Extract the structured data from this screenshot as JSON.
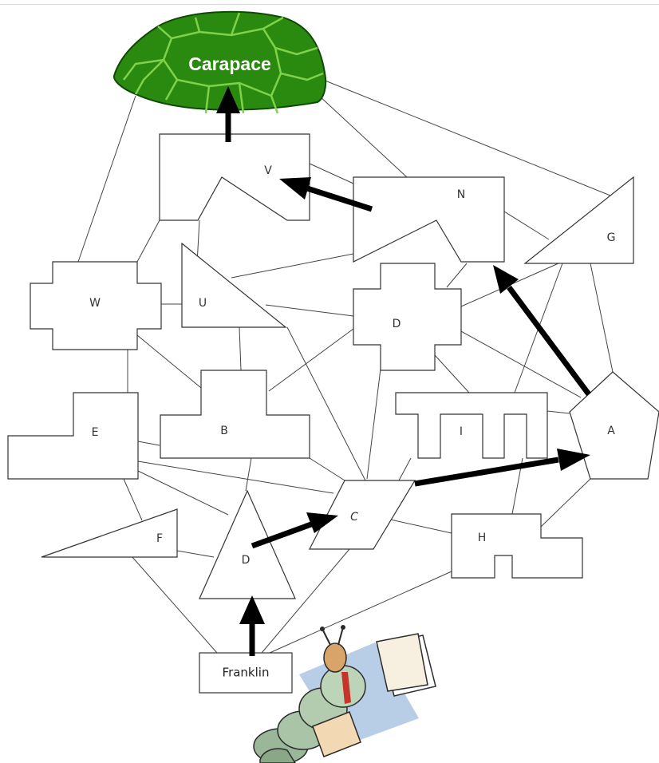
{
  "diagram": {
    "goal": {
      "label": "Carapace",
      "color": "#2a8a10"
    },
    "start": {
      "label": "Franklin"
    },
    "nodes": {
      "V": "V",
      "N": "N",
      "G": "G",
      "W": "W",
      "U": "U",
      "D_top": "D",
      "E": "E",
      "B": "B",
      "I": "I",
      "A": "A",
      "C": "C",
      "F": "F",
      "D_bottom": "D",
      "H": "H"
    }
  }
}
